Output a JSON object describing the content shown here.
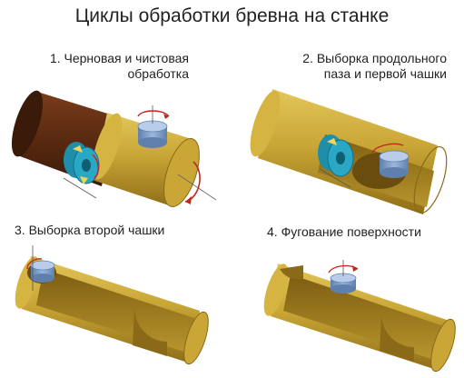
{
  "title": "Циклы обработки бревна на станке",
  "steps": [
    {
      "line1": "1. Черновая и чистовая",
      "line2": "обработка"
    },
    {
      "line1": "2. Выборка продольного",
      "line2": "паза и первой чашки"
    },
    {
      "line1": "3. Выборка второй чашки",
      "line2": ""
    },
    {
      "line1": "4. Фугование поверхности",
      "line2": ""
    }
  ],
  "colors": {
    "log_raw": "#5a2a10",
    "log_machined": "#c9a636",
    "log_shadow": "#8a6a18",
    "tool_blue": "#7e9fc8",
    "tool_cyan": "#2aa7c4",
    "arrow_red": "#c0271c"
  }
}
